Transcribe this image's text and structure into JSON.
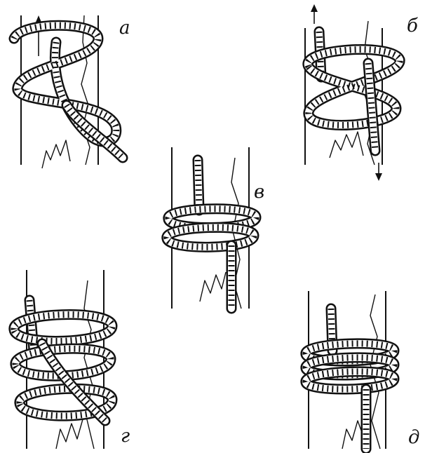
{
  "panels": [
    {
      "id": "a",
      "label": "а"
    },
    {
      "id": "b",
      "label": "б"
    },
    {
      "id": "v",
      "label": "в"
    },
    {
      "id": "g",
      "label": "г"
    },
    {
      "id": "d",
      "label": "д"
    }
  ],
  "colors": {
    "ink": "#111111",
    "paper": "#ffffff"
  },
  "icons": {
    "stake": "vertical-wooden-pole",
    "rope": "twisted-rope-wrap",
    "arrow": "direction-arrow"
  }
}
